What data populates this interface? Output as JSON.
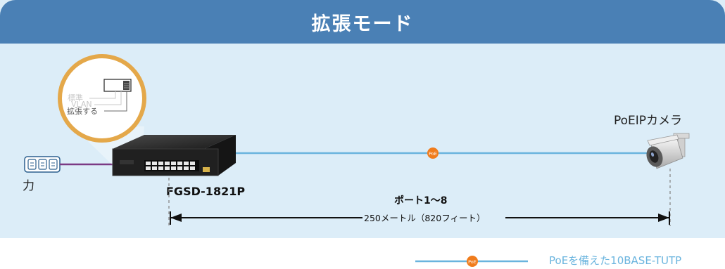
{
  "header": {
    "title": "拡張モード"
  },
  "dip_switch": {
    "options": [
      "標準",
      "VLAN",
      "拡張する"
    ]
  },
  "power": {
    "label": "力"
  },
  "switch": {
    "model": "FGSD-1821P"
  },
  "link": {
    "badge": "PoE"
  },
  "camera": {
    "label": "PoEIPカメラ"
  },
  "ports": {
    "label": "ポート1〜8"
  },
  "distance": {
    "label": "250メートル（820フィート）"
  },
  "legend": {
    "badge": "PoE",
    "label": "PoEを備えた10BASE-TUTP"
  },
  "colors": {
    "header": "#4a80b5",
    "panel": "#dcedf8",
    "link_line": "#6ab4de",
    "poe_badge": "#f07c1c",
    "power_cable": "#7b3a84",
    "zoom_ring": "#e4a84a"
  }
}
